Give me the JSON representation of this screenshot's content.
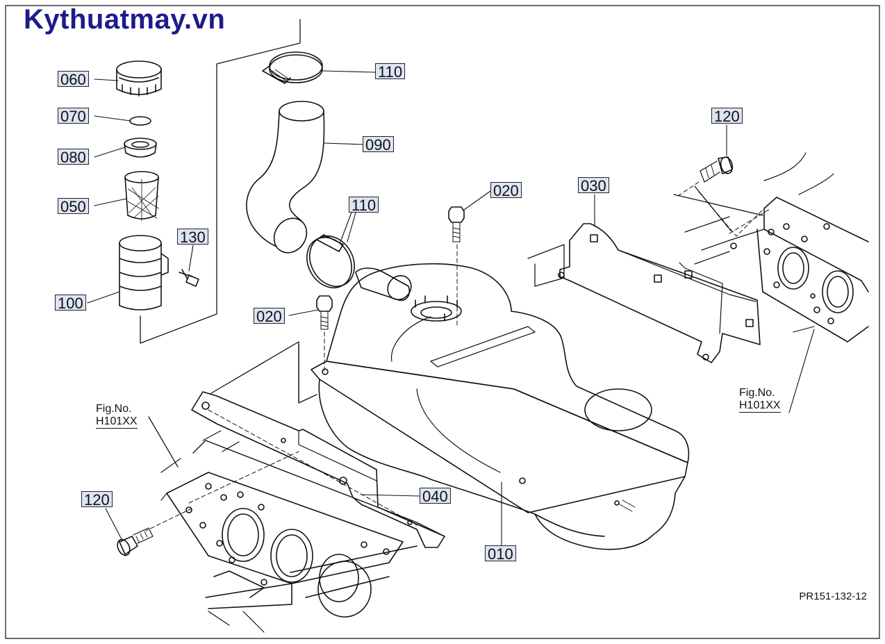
{
  "watermark": "Kythuatmay.vn",
  "drawing_number": "PR151-132-12",
  "fig_refs": [
    {
      "label": "Fig.No.",
      "code": "H101XX"
    },
    {
      "label": "Fig.No.",
      "code": "H101XX"
    }
  ],
  "callouts": [
    "010",
    "020",
    "020",
    "030",
    "040",
    "050",
    "060",
    "070",
    "080",
    "090",
    "100",
    "110",
    "110",
    "120",
    "120",
    "130"
  ],
  "colors": {
    "callout_bg": "#dde4f4",
    "watermark": "#1c1c8c",
    "line": "#111111"
  }
}
